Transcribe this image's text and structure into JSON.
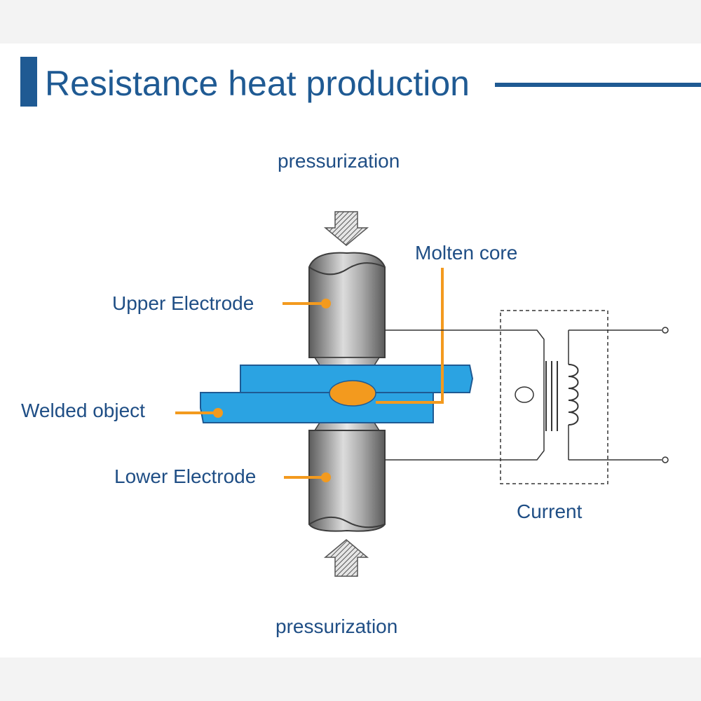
{
  "title": "Resistance heat production",
  "labels": {
    "pressurization_top": "pressurization",
    "pressurization_bottom": "pressurization",
    "molten_core": "Molten core",
    "upper_electrode": "Upper Electrode",
    "welded_object": "Welded object",
    "lower_electrode": "Lower Electrode",
    "current": "Current"
  },
  "colors": {
    "title_blue": "#1f5a93",
    "label_blue": "#1f4e85",
    "leader_orange": "#f39a1e",
    "plate_blue": "#2ba3e2",
    "electrode_gray": "#9a9a9a"
  },
  "icons": [
    "down-arrow-icon",
    "up-arrow-icon",
    "transformer-coil-icon"
  ]
}
